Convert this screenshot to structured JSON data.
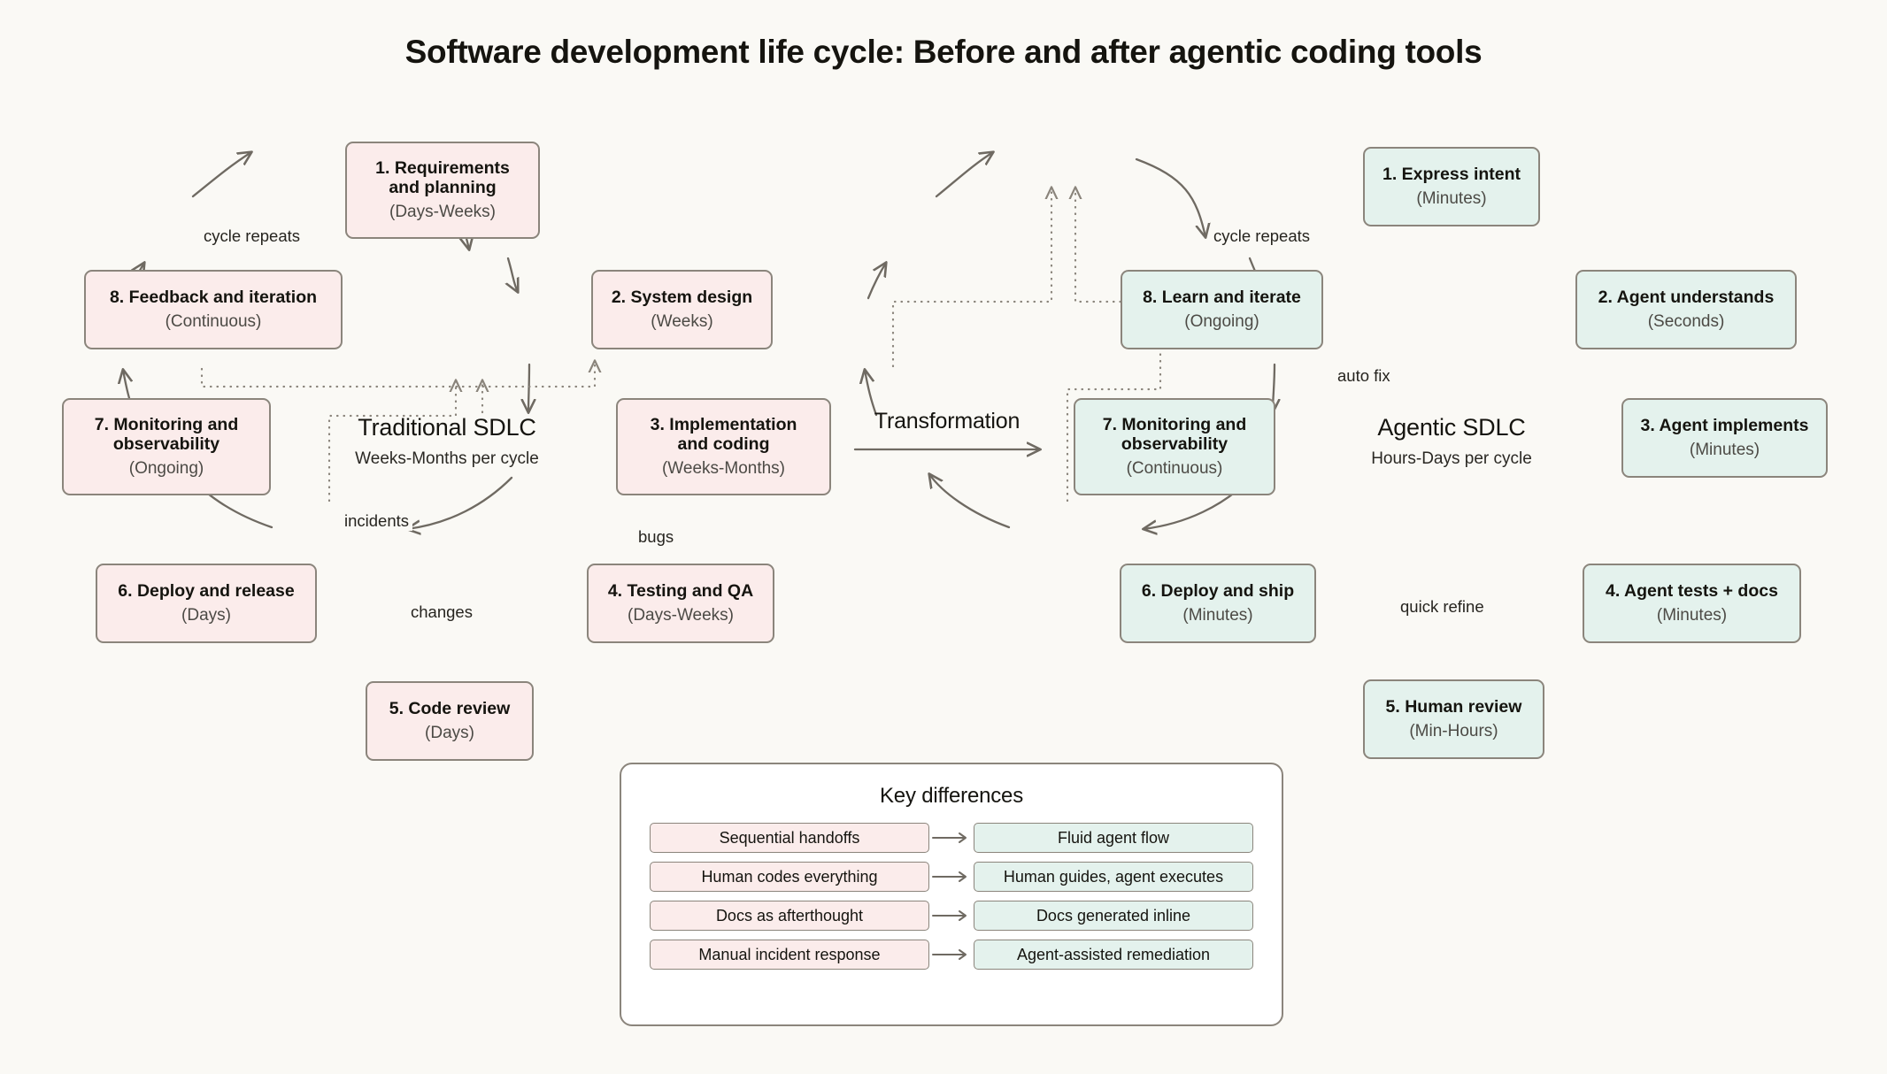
{
  "page": {
    "title": "Software development life cycle: Before and after agentic coding tools",
    "background_color": "#faf9f5",
    "pink_fill": "#fbeceb",
    "green_fill": "#e4f2ed",
    "border_color": "#8b857c"
  },
  "transformation": {
    "label": "Transformation"
  },
  "traditional": {
    "cluster_title": "Traditional SDLC",
    "cluster_subtitle": "Weeks-Months per cycle",
    "nodes": [
      {
        "id": "t1",
        "label": "1. Requirements\nand planning",
        "time": "(Days-Weeks)"
      },
      {
        "id": "t2",
        "label": "2. System design",
        "time": "(Weeks)"
      },
      {
        "id": "t3",
        "label": "3. Implementation\nand coding",
        "time": "(Weeks-Months)"
      },
      {
        "id": "t4",
        "label": "4. Testing and QA",
        "time": "(Days-Weeks)"
      },
      {
        "id": "t5",
        "label": "5. Code review",
        "time": "(Days)"
      },
      {
        "id": "t6",
        "label": "6. Deploy and release",
        "time": "(Days)"
      },
      {
        "id": "t7",
        "label": "7. Monitoring and\nobservability",
        "time": "(Ongoing)"
      },
      {
        "id": "t8",
        "label": "8. Feedback and iteration",
        "time": "(Continuous)"
      }
    ],
    "edge_labels": {
      "cycle_repeats": "cycle repeats",
      "incidents": "incidents",
      "bugs": "bugs",
      "changes": "changes"
    }
  },
  "agentic": {
    "cluster_title": "Agentic SDLC",
    "cluster_subtitle": "Hours-Days per cycle",
    "nodes": [
      {
        "id": "a1",
        "label": "1. Express intent",
        "time": "(Minutes)"
      },
      {
        "id": "a2",
        "label": "2. Agent understands",
        "time": "(Seconds)"
      },
      {
        "id": "a3",
        "label": "3. Agent implements",
        "time": "(Minutes)"
      },
      {
        "id": "a4",
        "label": "4. Agent tests + docs",
        "time": "(Minutes)"
      },
      {
        "id": "a5",
        "label": "5. Human review",
        "time": "(Min-Hours)"
      },
      {
        "id": "a6",
        "label": "6. Deploy and ship",
        "time": "(Minutes)"
      },
      {
        "id": "a7",
        "label": "7. Monitoring and\nobservability",
        "time": "(Continuous)"
      },
      {
        "id": "a8",
        "label": "8. Learn and iterate",
        "time": "(Ongoing)"
      }
    ],
    "edge_labels": {
      "cycle_repeats": "cycle repeats",
      "auto_fix": "auto fix",
      "quick_refine": "quick refine"
    }
  },
  "key_differences": {
    "heading": "Key differences",
    "rows": [
      {
        "before": "Sequential handoffs",
        "after": "Fluid agent flow"
      },
      {
        "before": "Human codes everything",
        "after": "Human guides, agent executes"
      },
      {
        "before": "Docs as afterthought",
        "after": "Docs generated inline"
      },
      {
        "before": "Manual incident response",
        "after": "Agent-assisted remediation"
      }
    ]
  }
}
